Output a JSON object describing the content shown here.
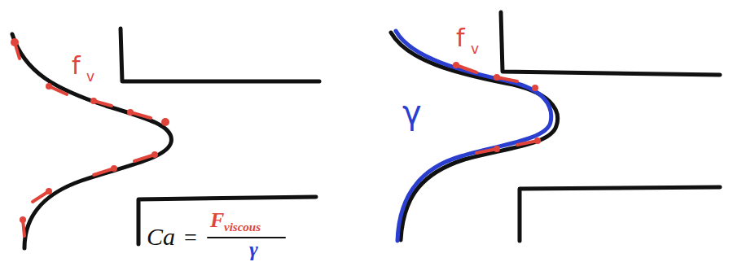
{
  "diagram": {
    "labels": [
      "f",
      "v",
      "Ca",
      "=",
      "F",
      "viscous",
      "γ",
      "f",
      "v",
      "γ"
    ]
  }
}
